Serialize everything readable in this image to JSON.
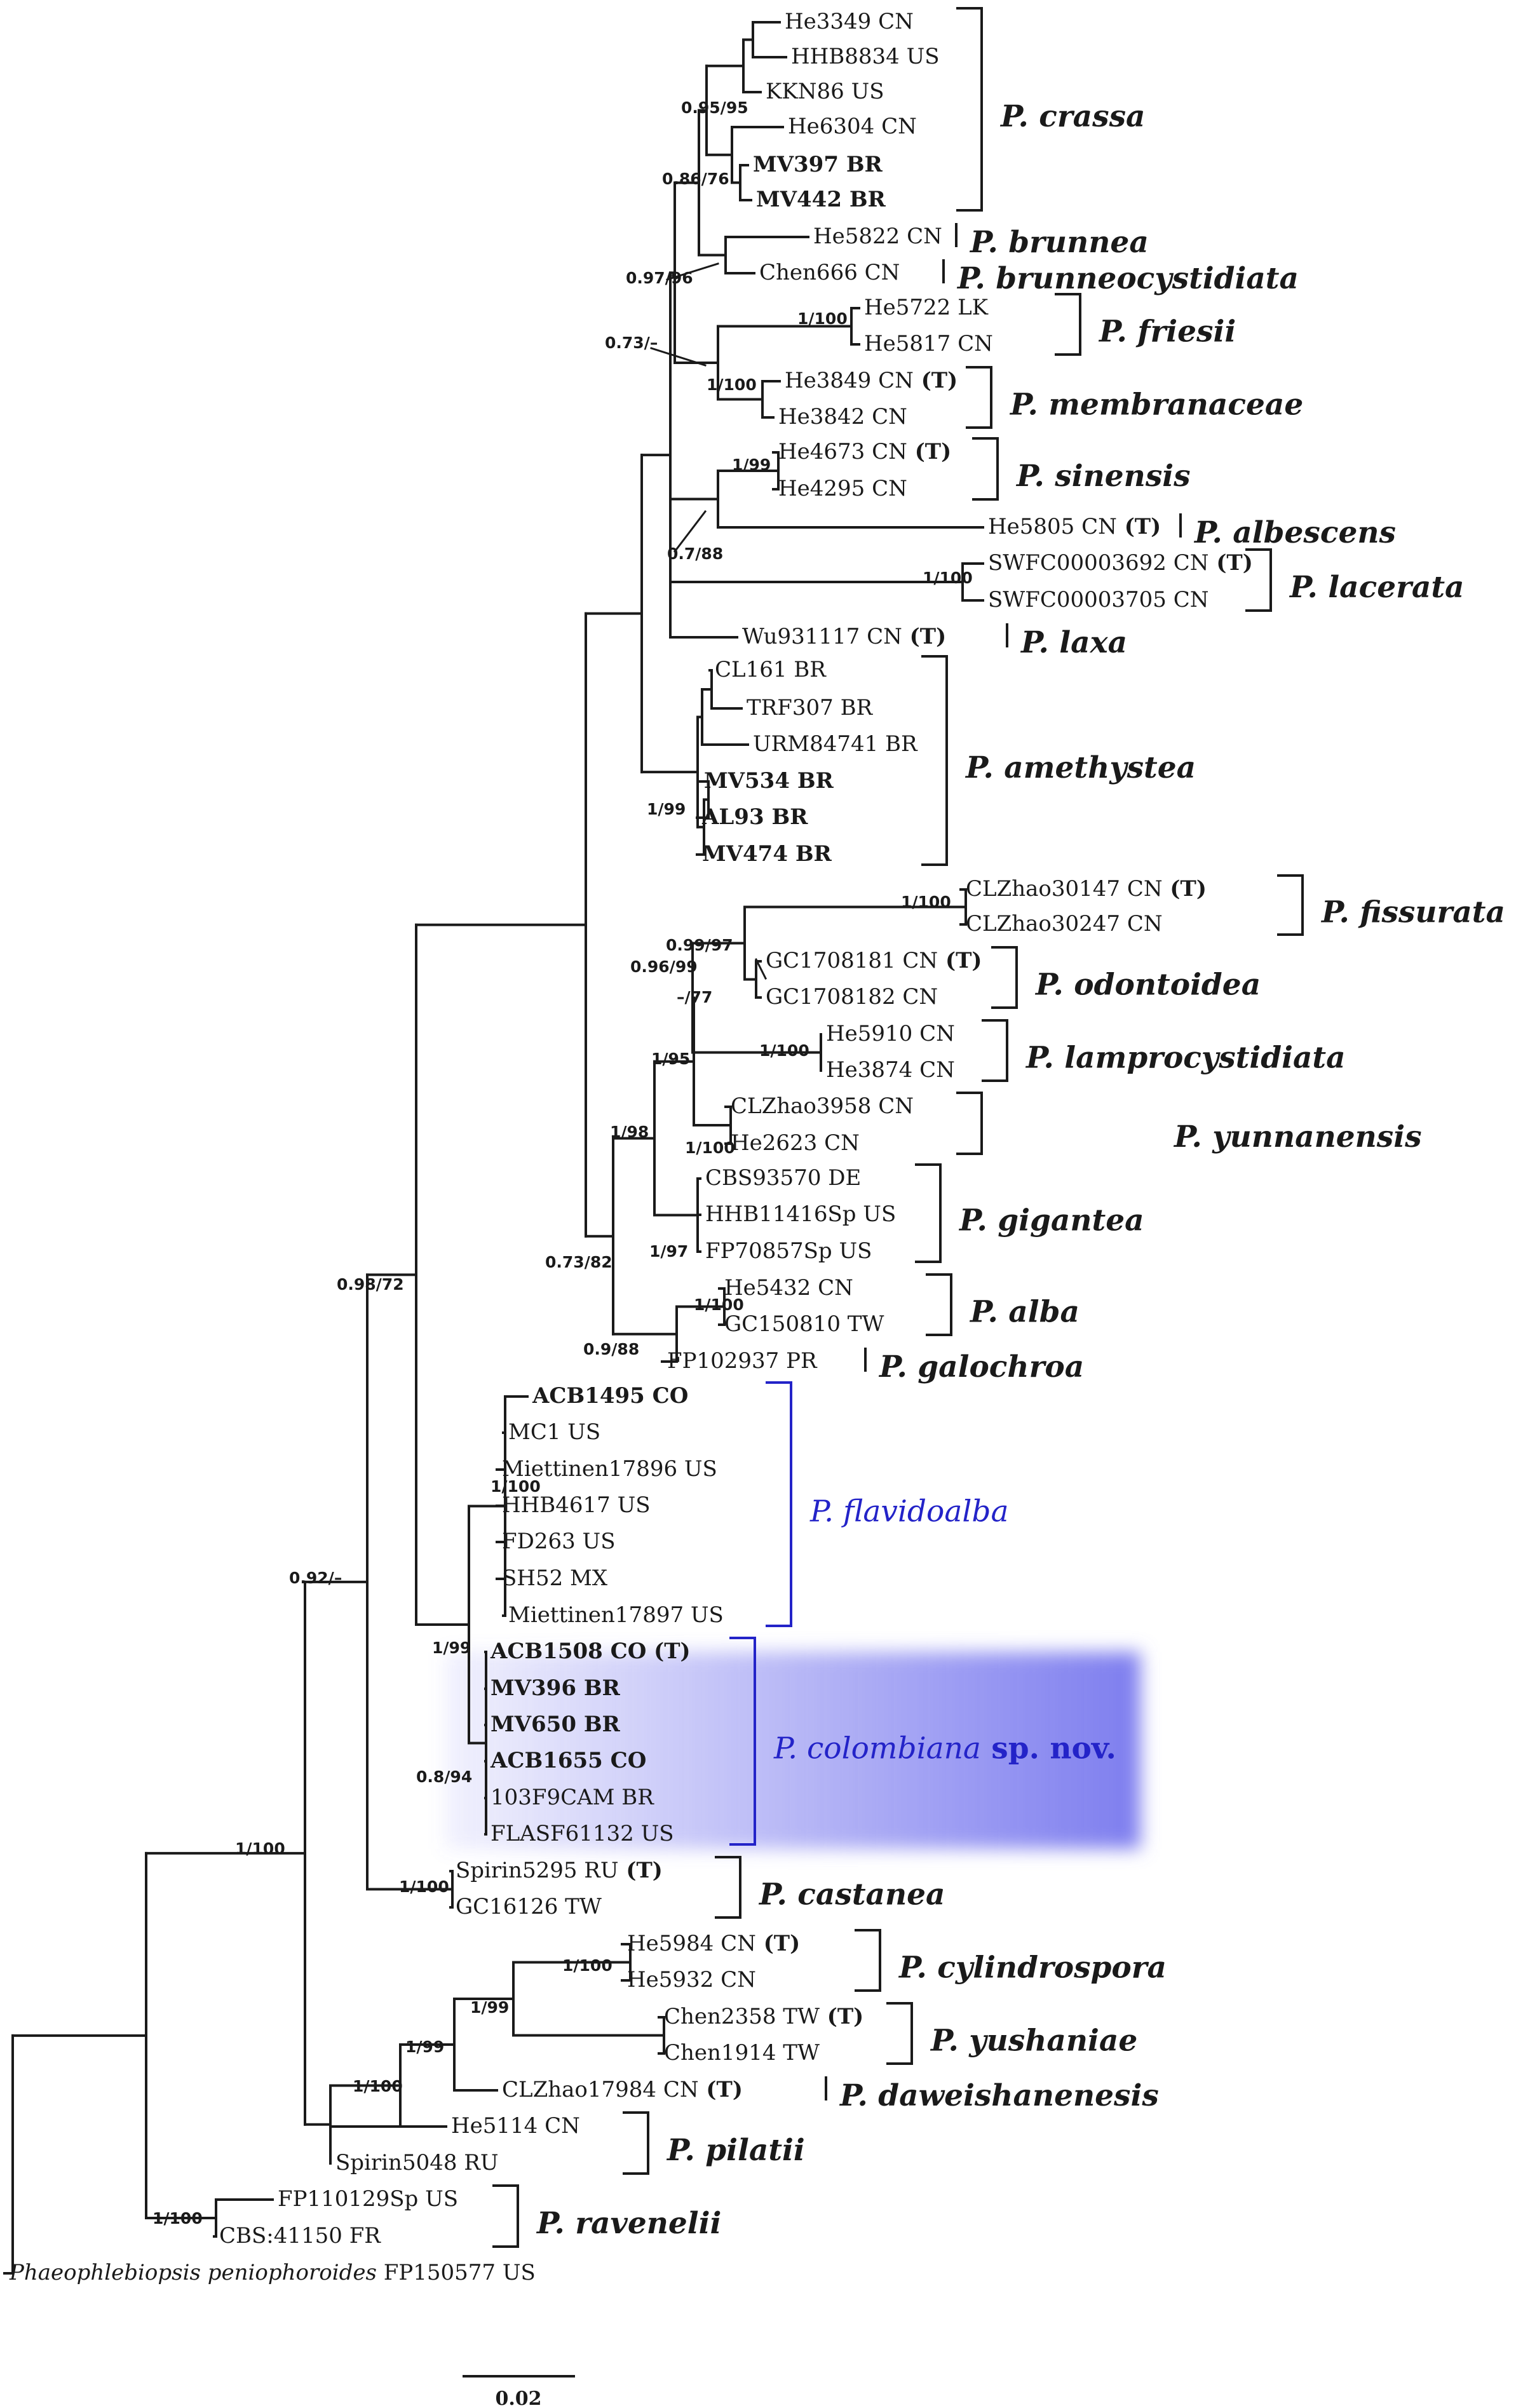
{
  "tips": [
    {
      "id": "He3349",
      "label": "He3349 CN",
      "bold": false,
      "type": ""
    },
    {
      "id": "HHB8834",
      "label": "HHB8834 US",
      "bold": false,
      "type": ""
    },
    {
      "id": "KKN86",
      "label": "KKN86 US",
      "bold": false,
      "type": ""
    },
    {
      "id": "He6304",
      "label": "He6304 CN",
      "bold": false,
      "type": ""
    },
    {
      "id": "MV397",
      "label": "MV397 BR",
      "bold": true,
      "type": ""
    },
    {
      "id": "MV442",
      "label": "MV442 BR",
      "bold": true,
      "type": ""
    },
    {
      "id": "He5822",
      "label": "He5822 CN",
      "bold": false,
      "type": ""
    },
    {
      "id": "Chen666",
      "label": "Chen666 CN",
      "bold": false,
      "type": ""
    },
    {
      "id": "He5722",
      "label": "He5722 LK",
      "bold": false,
      "type": ""
    },
    {
      "id": "He5817",
      "label": "He5817 CN",
      "bold": false,
      "type": ""
    },
    {
      "id": "He3849",
      "label": "He3849 CN",
      "bold": false,
      "type": "(T)"
    },
    {
      "id": "He3842",
      "label": "He3842 CN",
      "bold": false,
      "type": ""
    },
    {
      "id": "He4673",
      "label": "He4673 CN",
      "bold": false,
      "type": "(T)"
    },
    {
      "id": "He4295",
      "label": "He4295 CN",
      "bold": false,
      "type": ""
    },
    {
      "id": "He5805",
      "label": "He5805 CN",
      "bold": false,
      "type": "(T)"
    },
    {
      "id": "SWFC3692",
      "label": "SWFC00003692 CN",
      "bold": false,
      "type": "(T)"
    },
    {
      "id": "SWFC3705",
      "label": "SWFC00003705 CN",
      "bold": false,
      "type": ""
    },
    {
      "id": "Wu931117",
      "label": "Wu931117 CN",
      "bold": false,
      "type": "(T)"
    },
    {
      "id": "CL161",
      "label": "CL161 BR",
      "bold": false,
      "type": ""
    },
    {
      "id": "TRF307",
      "label": "TRF307 BR",
      "bold": false,
      "type": ""
    },
    {
      "id": "URM84741",
      "label": "URM84741 BR",
      "bold": false,
      "type": ""
    },
    {
      "id": "MV534",
      "label": "MV534 BR",
      "bold": true,
      "type": ""
    },
    {
      "id": "AL93",
      "label": "AL93 BR",
      "bold": true,
      "type": ""
    },
    {
      "id": "MV474",
      "label": "MV474 BR",
      "bold": true,
      "type": ""
    },
    {
      "id": "CLZhao30147",
      "label": "CLZhao30147 CN",
      "bold": false,
      "type": "(T)"
    },
    {
      "id": "CLZhao30247",
      "label": "CLZhao30247 CN",
      "bold": false,
      "type": ""
    },
    {
      "id": "GC1708181",
      "label": "GC1708181 CN",
      "bold": false,
      "type": "(T)"
    },
    {
      "id": "GC1708182",
      "label": "GC1708182 CN",
      "bold": false,
      "type": ""
    },
    {
      "id": "He5910",
      "label": "He5910 CN",
      "bold": false,
      "type": ""
    },
    {
      "id": "He3874",
      "label": "He3874 CN",
      "bold": false,
      "type": ""
    },
    {
      "id": "CLZhao3958",
      "label": "CLZhao3958 CN",
      "bold": false,
      "type": ""
    },
    {
      "id": "He2623",
      "label": "He2623 CN",
      "bold": false,
      "type": ""
    },
    {
      "id": "CBS93570",
      "label": "CBS93570 DE",
      "bold": false,
      "type": ""
    },
    {
      "id": "HHB11416",
      "label": "HHB11416Sp US",
      "bold": false,
      "type": ""
    },
    {
      "id": "FP70857",
      "label": "FP70857Sp US",
      "bold": false,
      "type": ""
    },
    {
      "id": "He5432",
      "label": "He5432 CN",
      "bold": false,
      "type": ""
    },
    {
      "id": "GC150810",
      "label": "GC150810 TW",
      "bold": false,
      "type": ""
    },
    {
      "id": "FP102937",
      "label": "FP102937 PR",
      "bold": false,
      "type": ""
    },
    {
      "id": "ACB1495",
      "label": "ACB1495 CO",
      "bold": true,
      "type": ""
    },
    {
      "id": "MC1",
      "label": "MC1 US",
      "bold": false,
      "type": ""
    },
    {
      "id": "Miettinen17896",
      "label": "Miettinen17896 US",
      "bold": false,
      "type": ""
    },
    {
      "id": "HHB4617",
      "label": "HHB4617 US",
      "bold": false,
      "type": ""
    },
    {
      "id": "FD263",
      "label": "FD263 US",
      "bold": false,
      "type": ""
    },
    {
      "id": "SH52",
      "label": "SH52 MX",
      "bold": false,
      "type": ""
    },
    {
      "id": "Miettinen17897",
      "label": "Miettinen17897 US",
      "bold": false,
      "type": ""
    },
    {
      "id": "ACB1508",
      "label": "ACB1508 CO",
      "bold": true,
      "type": "(T)"
    },
    {
      "id": "MV396",
      "label": "MV396 BR",
      "bold": true,
      "type": ""
    },
    {
      "id": "MV650",
      "label": "MV650 BR",
      "bold": true,
      "type": ""
    },
    {
      "id": "ACB1655",
      "label": "ACB1655 CO",
      "bold": true,
      "type": ""
    },
    {
      "id": "103F9CAM",
      "label": "103F9CAM BR",
      "bold": false,
      "type": ""
    },
    {
      "id": "FLASF61132",
      "label": "FLASF61132 US",
      "bold": false,
      "type": ""
    },
    {
      "id": "Spirin5295",
      "label": "Spirin5295 RU",
      "bold": false,
      "type": "(T)"
    },
    {
      "id": "GC16126",
      "label": "GC16126 TW",
      "bold": false,
      "type": ""
    },
    {
      "id": "He5984",
      "label": "He5984 CN",
      "bold": false,
      "type": "(T)"
    },
    {
      "id": "He5932",
      "label": "He5932 CN",
      "bold": false,
      "type": ""
    },
    {
      "id": "Chen2358",
      "label": "Chen2358 TW",
      "bold": false,
      "type": "(T)"
    },
    {
      "id": "Chen1914",
      "label": "Chen1914 TW",
      "bold": false,
      "type": ""
    },
    {
      "id": "CLZhao17984",
      "label": "CLZhao17984 CN",
      "bold": false,
      "type": "(T)"
    },
    {
      "id": "He5114",
      "label": "He5114 CN",
      "bold": false,
      "type": ""
    },
    {
      "id": "Spirin5048",
      "label": "Spirin5048 RU",
      "bold": false,
      "type": ""
    },
    {
      "id": "FP110129",
      "label": "FP110129Sp US",
      "bold": false,
      "type": ""
    },
    {
      "id": "CBS41150",
      "label": "CBS:41150 FR",
      "bold": false,
      "type": ""
    },
    {
      "id": "Phaeo",
      "label": "FP150577 US",
      "italic_prefix": "Phaeophlebiopsis peniophoroides",
      "bold": false,
      "type": ""
    }
  ],
  "clades": [
    {
      "label": "P. crassa",
      "blue": false,
      "from": "He3349",
      "to": "MV442"
    },
    {
      "label": "P. brunnea",
      "blue": false,
      "from": "He5822",
      "to": "He5822"
    },
    {
      "label": "P. brunneocystidiata",
      "blue": false,
      "from": "Chen666",
      "to": "Chen666"
    },
    {
      "label": "P. friesii",
      "blue": false,
      "from": "He5722",
      "to": "He5817"
    },
    {
      "label": "P. membranaceae",
      "blue": false,
      "from": "He3849",
      "to": "He3842"
    },
    {
      "label": "P. sinensis",
      "blue": false,
      "from": "He4673",
      "to": "He4295"
    },
    {
      "label": "P. albescens",
      "blue": false,
      "from": "He5805",
      "to": "He5805"
    },
    {
      "label": "P. lacerata",
      "blue": false,
      "from": "SWFC3692",
      "to": "SWFC3705"
    },
    {
      "label": "P. laxa",
      "blue": false,
      "from": "Wu931117",
      "to": "Wu931117"
    },
    {
      "label": "P. amethystea",
      "blue": false,
      "from": "CL161",
      "to": "MV474"
    },
    {
      "label": "P. fissurata",
      "blue": false,
      "from": "CLZhao30147",
      "to": "CLZhao30247"
    },
    {
      "label": "P. odontoidea",
      "blue": false,
      "from": "GC1708181",
      "to": "GC1708182"
    },
    {
      "label": "P. lamprocystidiata",
      "blue": false,
      "from": "He5910",
      "to": "He3874"
    },
    {
      "label": "P. yunnanensis",
      "blue": false,
      "from": "CLZhao3958",
      "to": "He2623"
    },
    {
      "label": "P. gigantea",
      "blue": false,
      "from": "CBS93570",
      "to": "FP70857"
    },
    {
      "label": "P. alba",
      "blue": false,
      "from": "He5432",
      "to": "GC150810"
    },
    {
      "label": "P. galochroa",
      "blue": false,
      "from": "FP102937",
      "to": "FP102937"
    },
    {
      "label": "P. flavidoalba",
      "blue": true,
      "from": "ACB1495",
      "to": "Miettinen17897"
    },
    {
      "label": "P. colombiana",
      "suffix": "sp. nov.",
      "blue": true,
      "from": "ACB1508",
      "to": "FLASF61132"
    },
    {
      "label": "P. castanea",
      "blue": false,
      "from": "Spirin5295",
      "to": "GC16126"
    },
    {
      "label": "P. cylindrospora",
      "blue": false,
      "from": "He5984",
      "to": "He5932"
    },
    {
      "label": "P. yushaniae",
      "blue": false,
      "from": "Chen2358",
      "to": "Chen1914"
    },
    {
      "label": "P. daweishanenesis",
      "blue": false,
      "from": "CLZhao17984",
      "to": "CLZhao17984"
    },
    {
      "label": "P. pilatii",
      "blue": false,
      "from": "He5114",
      "to": "Spirin5048"
    },
    {
      "label": "P. ravenelii",
      "blue": false,
      "from": "FP110129",
      "to": "CBS41150"
    }
  ],
  "support": [
    "0.95/95",
    "0.86/76",
    "0.97/96",
    "0.73/–",
    "1/100",
    "1/100",
    "1/99",
    "0.7/88",
    "1/100",
    "1/99",
    "1/100",
    "0.99/97",
    "0.96/99",
    "–/77",
    "1/100",
    "1/95",
    "1/100",
    "1/98",
    "1/97",
    "0.73/82",
    "1/100",
    "0.9/88",
    "1/100",
    "0.98/72",
    "1/99",
    "0.8/94",
    "0.92/–",
    "1/100",
    "1/100",
    "1/100",
    "1/99",
    "1/99",
    "1/100",
    "1/100"
  ],
  "scale_bar": {
    "label": "0.02"
  },
  "colors": {
    "branch": "#1a1a1a",
    "accent": "#2323c8",
    "highlight": "#7777ee"
  }
}
